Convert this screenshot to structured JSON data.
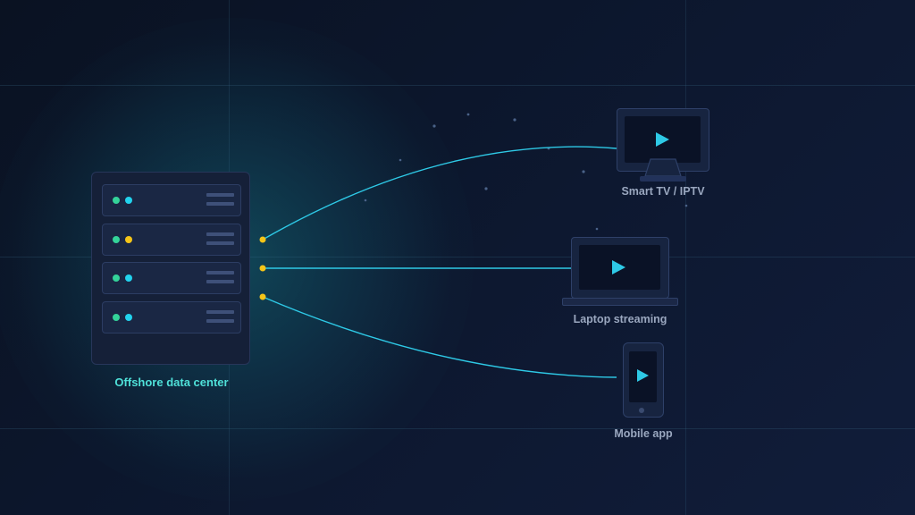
{
  "colors": {
    "background": "#0b1326",
    "accent_cyan": "#2ec9e6",
    "accent_teal": "#4fe0d8",
    "led_green": "#34d399",
    "led_yellow": "#f5c518",
    "device_label": "#9aa7bf"
  },
  "server": {
    "label": "Offshore data center",
    "icon": "server-rack-icon",
    "units": [
      {
        "led_left": "#34d399",
        "led_right": "#22d3ee"
      },
      {
        "led_left": "#34d399",
        "led_right": "#f5c518"
      },
      {
        "led_left": "#34d399",
        "led_right": "#22d3ee"
      },
      {
        "led_left": "#34d399",
        "led_right": "#22d3ee"
      }
    ]
  },
  "devices": {
    "tv": {
      "label": "Smart TV / IPTV",
      "icon": "tv-icon"
    },
    "laptop": {
      "label": "Laptop streaming",
      "icon": "laptop-icon"
    },
    "phone": {
      "label": "Mobile app",
      "icon": "smartphone-icon"
    }
  },
  "connections": [
    {
      "from": "server",
      "to": "tv"
    },
    {
      "from": "server",
      "to": "laptop"
    },
    {
      "from": "server",
      "to": "phone"
    }
  ]
}
